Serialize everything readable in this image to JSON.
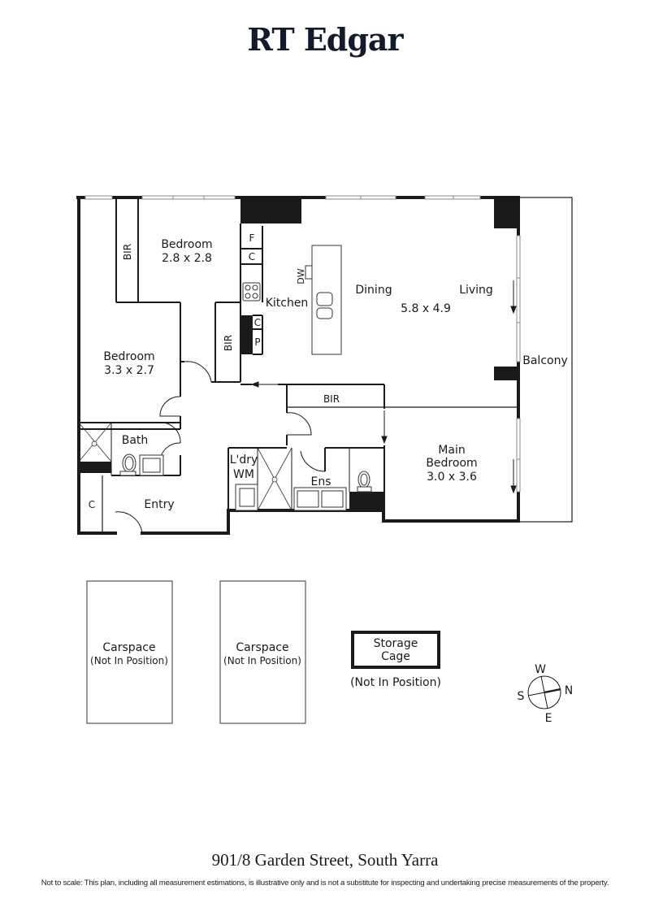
{
  "brand": {
    "name": "RT Edgar",
    "color": "#141a2e"
  },
  "floorplan": {
    "rooms": {
      "bedroom2": {
        "name": "Bedroom",
        "size": "2.8 x 2.8"
      },
      "bedroom3": {
        "name": "Bedroom",
        "size": "3.3 x 2.7"
      },
      "kitchen": {
        "name": "Kitchen"
      },
      "dining": {
        "name": "Dining"
      },
      "living": {
        "name": "Living"
      },
      "living_dining_size": "5.8 x 4.9",
      "balcony": {
        "name": "Balcony"
      },
      "main_bedroom": {
        "name_line1": "Main",
        "name_line2": "Bedroom",
        "size": "3.0 x 3.6"
      },
      "bath": {
        "name": "Bath"
      },
      "entry": {
        "name": "Entry"
      },
      "laundry": {
        "name": "L'dry",
        "appliance": "WM"
      },
      "ensuite": {
        "name": "Ens"
      }
    },
    "fixtures": {
      "bir_bed2": "BIR",
      "bir_bed3": "BIR",
      "bir_main": "BIR",
      "fridge": "F",
      "cupboard_kitchen_top": "C",
      "cupboard_kitchen_bottom": "C",
      "pantry": "P",
      "dishwasher": "DW",
      "entry_cupboard": "C"
    },
    "parking": [
      {
        "name": "Carspace",
        "note": "(Not In Position)"
      },
      {
        "name": "Carspace",
        "note": "(Not In Position)"
      }
    ],
    "storage": {
      "name_line1": "Storage",
      "name_line2": "Cage",
      "note": "(Not In Position)"
    },
    "compass": {
      "top": "W",
      "right": "N",
      "bottom": "E",
      "left": "S"
    },
    "colors": {
      "wall": "#1a1a1a",
      "window": "#9a9a9a",
      "fill": "#ffffff"
    }
  },
  "footer": {
    "address": "901/8 Garden Street, South Yarra",
    "disclaimer": "Not to scale: This plan, including all measurement estimations, is illustrative only and is not a substitute for inspecting and undertaking precise measurements of the property."
  }
}
